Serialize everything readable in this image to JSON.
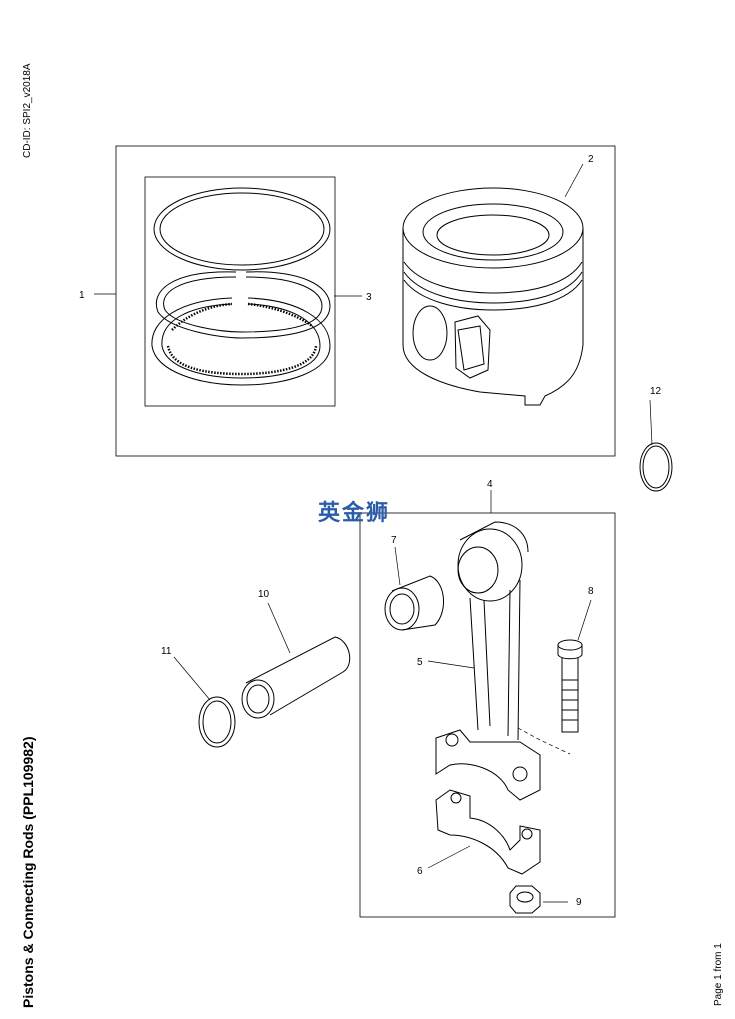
{
  "header": {
    "cd_id": "CD-ID: SPI2_v2018A"
  },
  "page": {
    "title": "Pistons & Connecting Rods (PPL109982)",
    "page_number": "Page 1 from 1"
  },
  "watermark": "英金狮",
  "callouts": {
    "c1": "1",
    "c2": "2",
    "c3": "3",
    "c4": "4",
    "c5": "5",
    "c6": "6",
    "c7": "7",
    "c8": "8",
    "c9": "9",
    "c10": "10",
    "c11": "11",
    "c12": "12"
  }
}
